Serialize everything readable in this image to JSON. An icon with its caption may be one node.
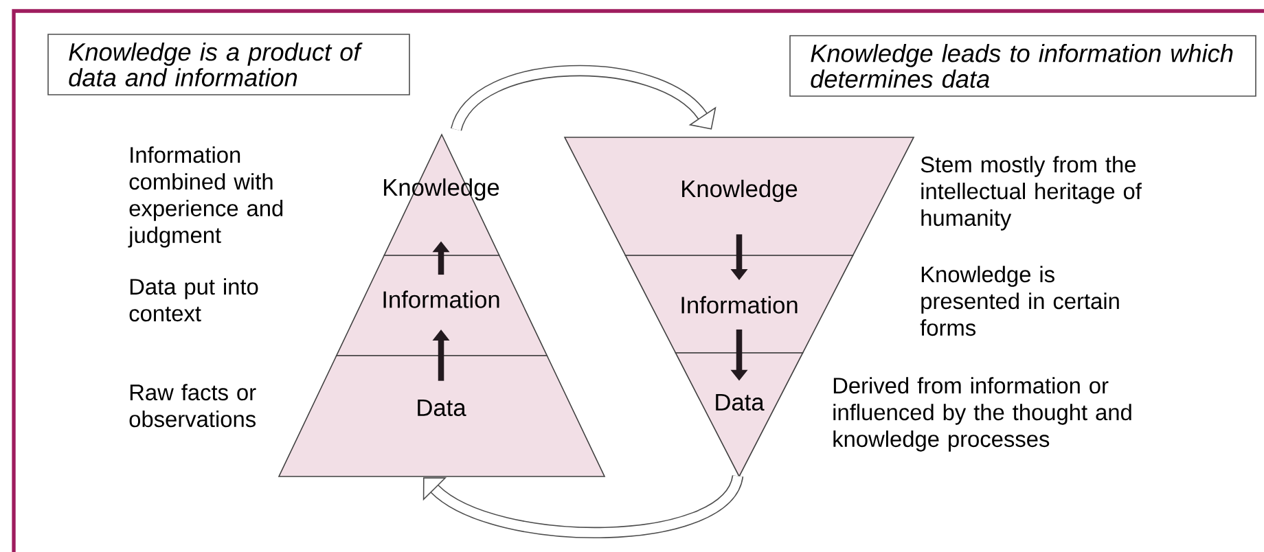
{
  "diagram": {
    "nodes": [
      {
        "text": [
          "Knowledge is a product of data and information"
        ]
      },
      {
        "text": [
          "Knowledge leads to information which determines data"
        ]
      },
      {
        "text": [
          "Knowledge"
        ]
      },
      {
        "text": [
          "Information"
        ]
      },
      {
        "text": [
          "Data"
        ]
      },
      {
        "text": [
          "Knowledge"
        ]
      },
      {
        "text": [
          "Information"
        ]
      },
      {
        "text": [
          "Data"
        ]
      }
    ],
    "edges": [
      {
        "from": 4,
        "to": 3,
        "arrow": "to"
      },
      {
        "from": 3,
        "to": 2,
        "arrow": "to"
      },
      {
        "from": 5,
        "to": 6,
        "arrow": "to"
      },
      {
        "from": 6,
        "to": 7,
        "arrow": "to"
      },
      {
        "from": 2,
        "to": 5,
        "arrow": "to",
        "style": "thick"
      },
      {
        "from": 7,
        "to": 4,
        "arrow": "to",
        "style": "thick"
      }
    ],
    "labels": [
      "Information combined with experience and judgment",
      "Stem mostly from the intellectual heritage of humanity",
      "Data put into context",
      "Knowledge is presented in certain forms",
      "Raw facts or observations",
      "Derived from information or influenced by the thought and knowledge processes"
    ]
  }
}
